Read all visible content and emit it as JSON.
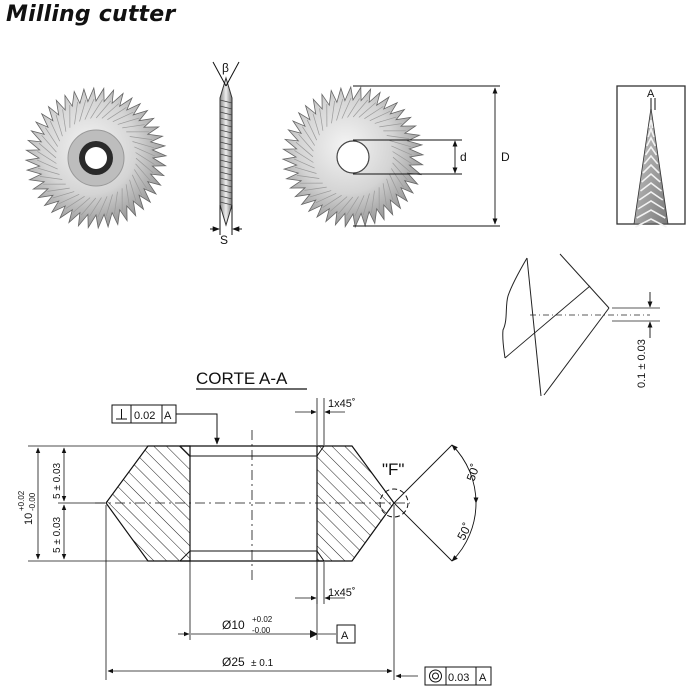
{
  "title": "Milling cutter",
  "views": {
    "beta": "β",
    "s": "S",
    "d": "d",
    "big_d": "D",
    "detail_a": "A"
  },
  "section": {
    "title": "CORTE A-A",
    "perp_tol": "0.02",
    "perp_datum": "A",
    "chamfer_top": "1x45˚",
    "chamfer_bottom": "1x45˚",
    "detail_label": "\"F\"",
    "angle_top": "50˚",
    "angle_bottom": "50˚",
    "height_nominal": "10",
    "height_tol_upper": "+0.02",
    "height_tol_lower": "-0.00",
    "half_height_top": "5 ± 0.03",
    "half_height_bottom": "5 ± 0.03",
    "bore_diameter": "Ø10",
    "bore_tol_upper": "+0.02",
    "bore_tol_lower": "-0.00",
    "bore_datum": "A",
    "outer_diameter": "Ø25",
    "outer_tol": "± 0.1",
    "runout_tol": "0.03",
    "runout_datum": "A"
  },
  "detail": {
    "tip_tol": "0.1 ± 0.03"
  },
  "colors": {
    "ink": "#111111",
    "metal_light": "#e2e2e2",
    "metal_dark": "#6d6d6d"
  }
}
